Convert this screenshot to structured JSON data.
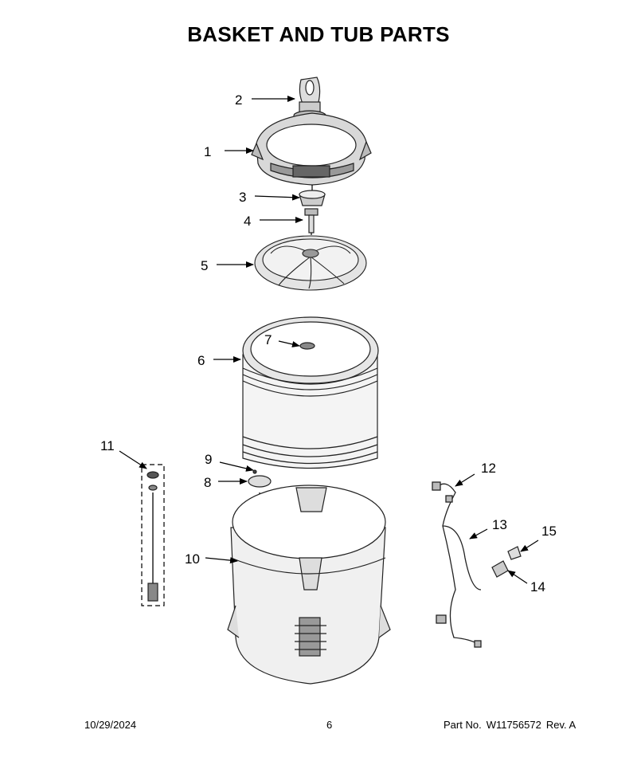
{
  "title": "BASKET AND TUB PARTS",
  "footer": {
    "date": "10/29/2024",
    "page": "6",
    "part_label": "Part No.",
    "part_number": "W11756572",
    "revision": "Rev.  A"
  },
  "callouts": [
    "1",
    "2",
    "3",
    "4",
    "5",
    "6",
    "7",
    "8",
    "9",
    "10",
    "11",
    "12",
    "13",
    "14",
    "15"
  ]
}
